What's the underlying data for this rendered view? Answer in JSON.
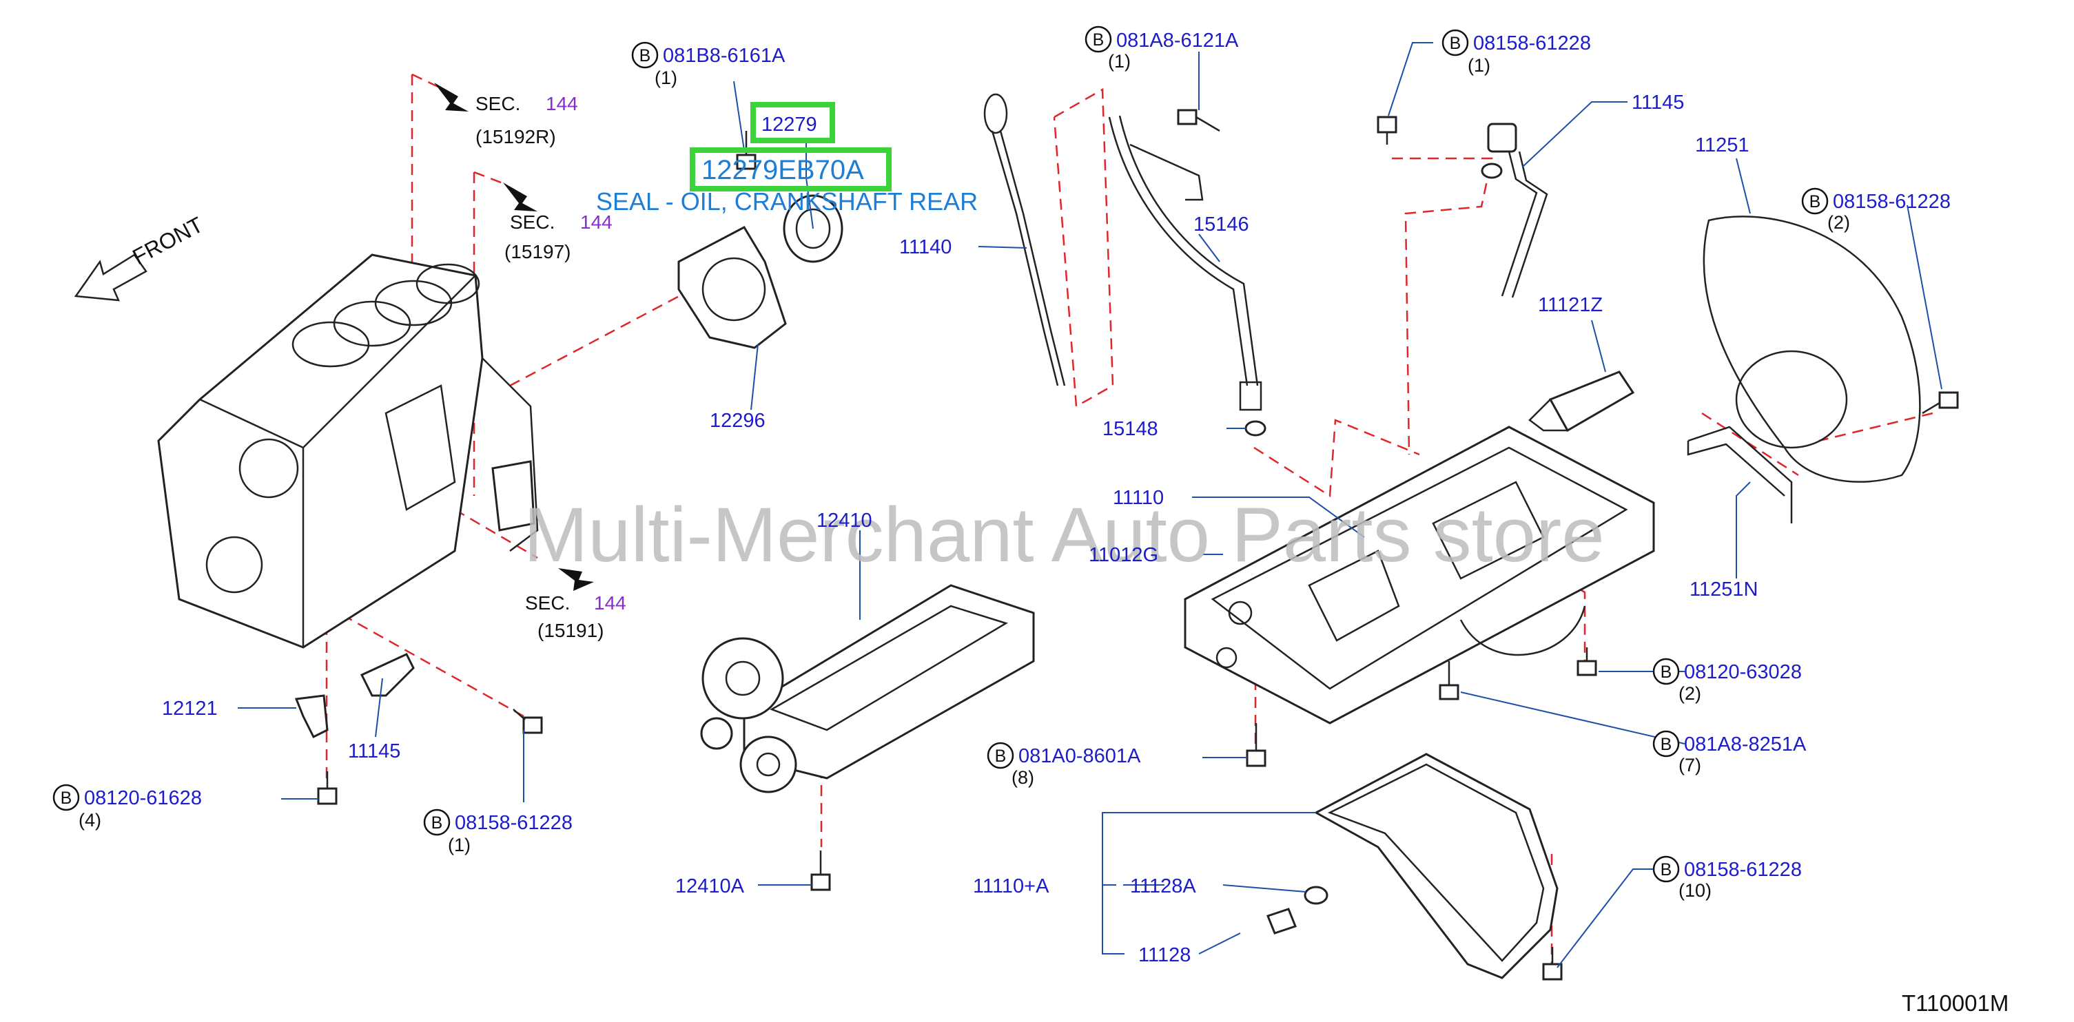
{
  "diagram": {
    "code": "T110001M",
    "watermark": "Multi-Merchant Auto Parts store",
    "front_label": "FRONT",
    "bolt_marker": "B",
    "highlight": {
      "part_number": "12279",
      "full_part_number": "12279EB70A",
      "description": "SEAL - OIL, CRANKSHAFT REAR"
    },
    "sections": [
      {
        "sec": "SEC.",
        "num": "144",
        "ref": "(15192R)"
      },
      {
        "sec": "SEC.",
        "num": "144",
        "ref": "(15197)"
      },
      {
        "sec": "SEC.",
        "num": "144",
        "ref": "(15191)"
      }
    ],
    "callouts": [
      {
        "label": "12296"
      },
      {
        "label": "11140"
      },
      {
        "label": "15146"
      },
      {
        "label": "11145"
      },
      {
        "label": "11251"
      },
      {
        "label": "11121Z"
      },
      {
        "label": "15148"
      },
      {
        "label": "11110"
      },
      {
        "label": "11012G"
      },
      {
        "label": "12410"
      },
      {
        "label": "12121"
      },
      {
        "label": "11145"
      },
      {
        "label": "12410A"
      },
      {
        "label": "11110+A"
      },
      {
        "label": "11128A"
      },
      {
        "label": "11128"
      },
      {
        "label": "11251N"
      }
    ],
    "bolts": [
      {
        "pn": "081B8-6161A",
        "qty": "(1)"
      },
      {
        "pn": "081A8-6121A",
        "qty": "(1)"
      },
      {
        "pn": "08158-61228",
        "qty": "(1)"
      },
      {
        "pn": "08158-61228",
        "qty": "(2)"
      },
      {
        "pn": "08120-63028",
        "qty": "(2)"
      },
      {
        "pn": "081A8-8251A",
        "qty": "(7)"
      },
      {
        "pn": "081A0-8601A",
        "qty": "(8)"
      },
      {
        "pn": "08158-61228",
        "qty": "(10)"
      },
      {
        "pn": "08120-61628",
        "qty": "(4)"
      },
      {
        "pn": "08158-61228",
        "qty": "(1)"
      }
    ]
  }
}
